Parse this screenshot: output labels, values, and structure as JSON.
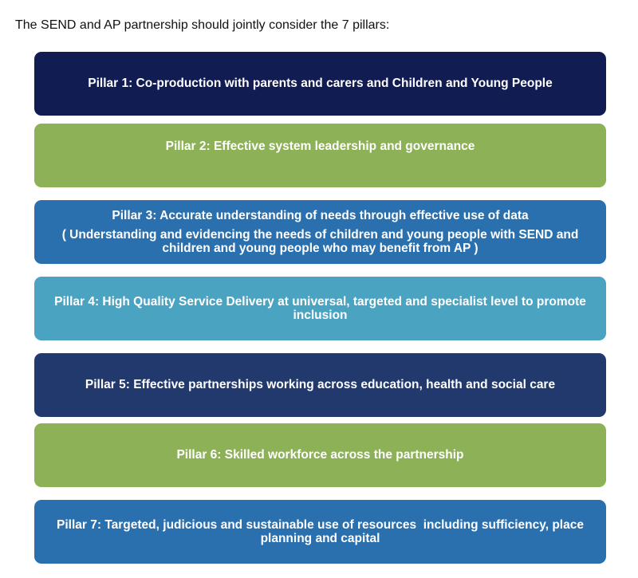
{
  "intro": "The SEND and AP partnership should jointly consider the 7 pillars:",
  "pillars": [
    {
      "title": "Pillar 1: Co-production with parents and carers and Children and Young People"
    },
    {
      "title": "Pillar 2: Effective system leadership and governance"
    },
    {
      "title": "Pillar 3: Accurate understanding of needs through effective use of data",
      "subtitle": "( Understanding and evidencing the needs of children and young people with SEND and children and young people who may benefit from AP )"
    },
    {
      "title": "Pillar 4: High Quality Service Delivery at universal, targeted and specialist level to promote inclusion"
    },
    {
      "title": "Pillar 5: Effective partnerships working across education, health and social care"
    },
    {
      "title": "Pillar 6: Skilled workforce across the partnership"
    },
    {
      "title": "Pillar 7: Targeted, judicious and sustainable use of resources  including sufficiency, place planning and capital"
    }
  ]
}
